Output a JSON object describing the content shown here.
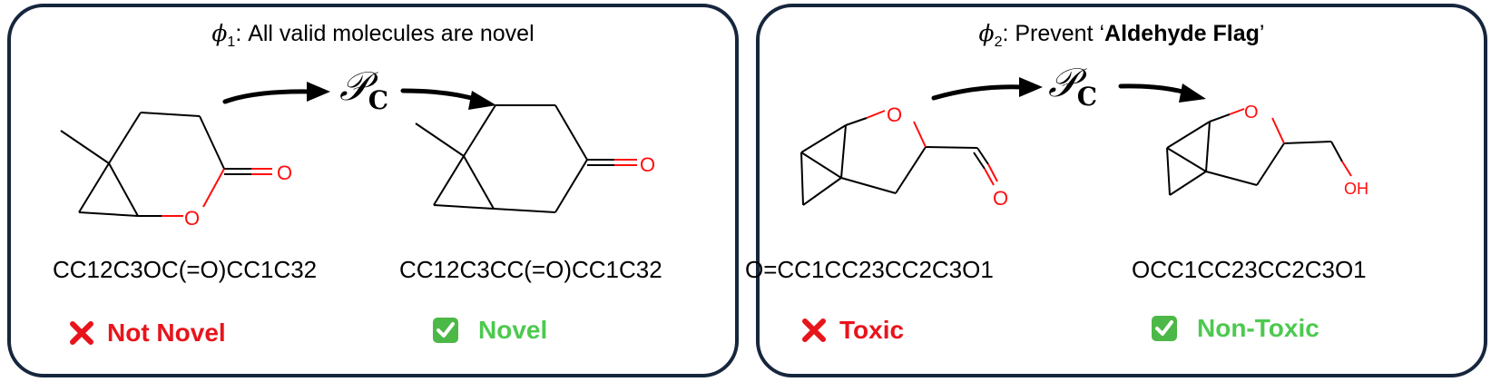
{
  "panels": [
    {
      "title_symbol": "ϕ",
      "title_subscript": "1",
      "title_text": ": All valid molecules are novel",
      "operator_symbol": "𝒫",
      "operator_subscript": "C",
      "input_molecule": {
        "smiles": "CC12C3OC(=O)CC1C32",
        "atom_labels": [
          "O",
          "O"
        ]
      },
      "output_molecule": {
        "smiles": "CC12C3CC(=O)CC1C32",
        "atom_labels": [
          "O"
        ]
      },
      "input_verdict": {
        "label": "Not Novel",
        "icon": "red-x-icon",
        "color": "#e8141b"
      },
      "output_verdict": {
        "label": "Novel",
        "icon": "green-check-icon",
        "color": "#4dc94f"
      }
    },
    {
      "title_symbol": "ϕ",
      "title_subscript": "2",
      "title_prefix": ": Prevent ‘",
      "title_bold": "Aldehyde Flag",
      "title_suffix": "’",
      "operator_symbol": "𝒫",
      "operator_subscript": "C",
      "input_molecule": {
        "smiles": "O=CC1CC23CC2C3O1",
        "atom_labels": [
          "O",
          "O"
        ]
      },
      "output_molecule": {
        "smiles": "OCC1CC23CC2C3O1",
        "atom_labels": [
          "O",
          "OH"
        ]
      },
      "input_verdict": {
        "label": "Toxic",
        "icon": "red-x-icon",
        "color": "#e8141b"
      },
      "output_verdict": {
        "label": "Non-Toxic",
        "icon": "green-check-icon",
        "color": "#4dc94f"
      }
    }
  ],
  "colors": {
    "border": "#16263d",
    "heteroatom": "#ff0d0d",
    "bond": "#000000"
  }
}
